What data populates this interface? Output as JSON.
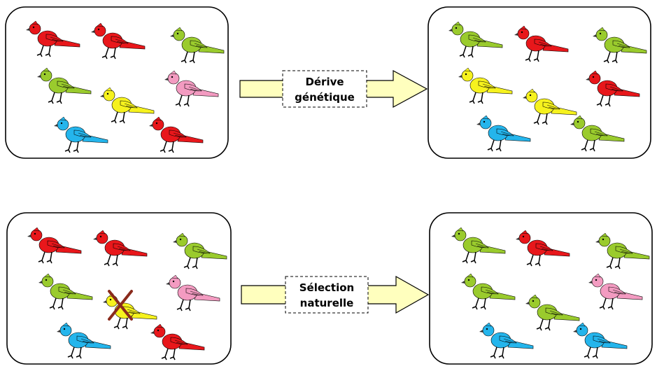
{
  "colors": {
    "red": "#e8171b",
    "green": "#9acb2d",
    "yellow": "#f6f21e",
    "pink": "#f39bc1",
    "blue": "#24b5ec",
    "arrow_fill": "#ffffbe",
    "cross": "#8a2a1c"
  },
  "rows": [
    {
      "label_line1": "Dérive",
      "label_line2": "génétique",
      "before": [
        "red",
        "red",
        "green",
        "green",
        "pink",
        "yellow",
        "blue",
        "red"
      ],
      "after": [
        "green",
        "red",
        "green",
        "yellow",
        "red",
        "yellow",
        "blue",
        "green"
      ]
    },
    {
      "label_line1": "Sélection",
      "label_line2": "naturelle",
      "before": [
        "red",
        "red",
        "green",
        "green",
        "yellow",
        "pink",
        "blue",
        "red"
      ],
      "eliminated": "yellow",
      "after": [
        "green",
        "red",
        "green",
        "green",
        "pink",
        "green",
        "blue",
        "blue"
      ]
    }
  ]
}
